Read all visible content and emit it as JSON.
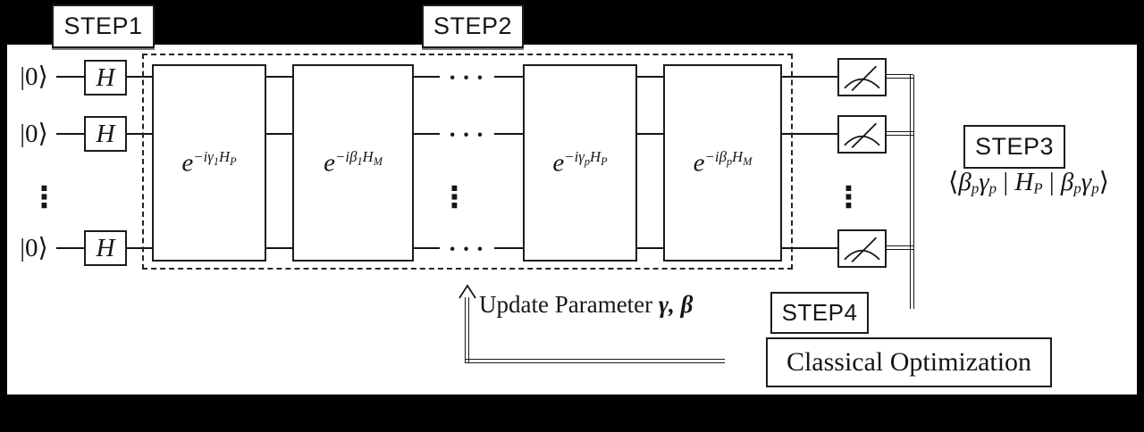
{
  "steps": [
    {
      "label": "STEP1"
    },
    {
      "label": "STEP2"
    },
    {
      "label": "STEP3"
    },
    {
      "label": "STEP4"
    }
  ],
  "qubits": {
    "ket": "|0⟩",
    "hadamard": "H",
    "vdots": "⋮",
    "hdots": "···"
  },
  "circuit": {
    "unitaries": [
      {
        "segs": [
          {
            "t": "n",
            "v": "e"
          },
          {
            "t": "sup",
            "v": "−iγ"
          },
          {
            "t": "ss",
            "v": "1"
          },
          {
            "t": "sup",
            "v": "H"
          },
          {
            "t": "ss",
            "v": "P"
          }
        ]
      },
      {
        "segs": [
          {
            "t": "n",
            "v": "e"
          },
          {
            "t": "sup",
            "v": "−iβ"
          },
          {
            "t": "ss",
            "v": "1"
          },
          {
            "t": "sup",
            "v": "H"
          },
          {
            "t": "ss",
            "v": "M"
          }
        ]
      },
      {
        "segs": [
          {
            "t": "n",
            "v": "e"
          },
          {
            "t": "sup",
            "v": "−iγ"
          },
          {
            "t": "ss",
            "v": "p"
          },
          {
            "t": "sup",
            "v": "H"
          },
          {
            "t": "ss",
            "v": "P"
          }
        ]
      },
      {
        "segs": [
          {
            "t": "n",
            "v": "e"
          },
          {
            "t": "sup",
            "v": "−iβ"
          },
          {
            "t": "ss",
            "v": "p"
          },
          {
            "t": "sup",
            "v": "H"
          },
          {
            "t": "ss",
            "v": "M"
          }
        ]
      }
    ]
  },
  "output": {
    "expectation": {
      "segs": [
        {
          "t": "up",
          "v": "⟨"
        },
        {
          "t": "n",
          "v": "β"
        },
        {
          "t": "sub",
          "v": "p"
        },
        {
          "t": "n",
          "v": "γ"
        },
        {
          "t": "sub",
          "v": "p"
        },
        {
          "t": "up",
          "v": " | "
        },
        {
          "t": "n",
          "v": "H"
        },
        {
          "t": "sub",
          "v": "P"
        },
        {
          "t": "up",
          "v": " | "
        },
        {
          "t": "n",
          "v": "β"
        },
        {
          "t": "sub",
          "v": "p"
        },
        {
          "t": "n",
          "v": "γ"
        },
        {
          "t": "sub",
          "v": "p"
        },
        {
          "t": "up",
          "v": "⟩"
        }
      ]
    }
  },
  "feedback": {
    "update_label": "Update Parameter ",
    "update_params": "γ, β",
    "classical_label": "Classical Optimization"
  }
}
